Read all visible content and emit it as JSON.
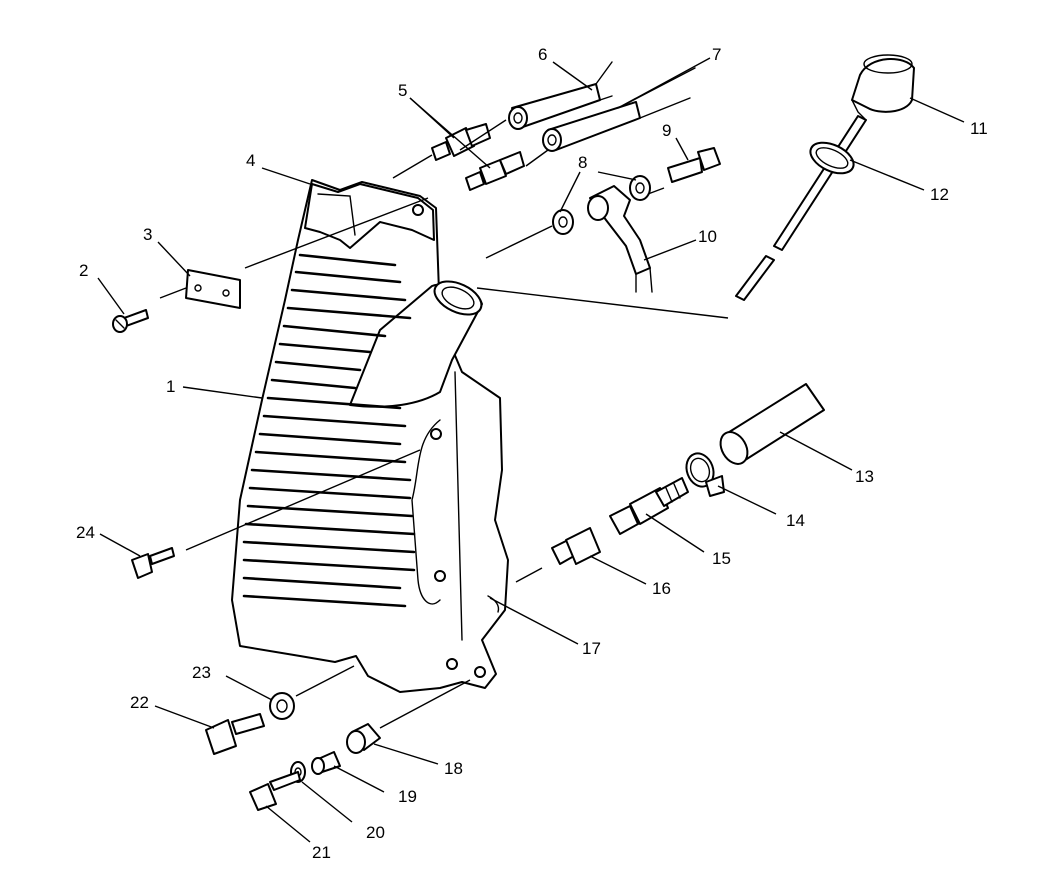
{
  "callouts": [
    {
      "n": "1"
    },
    {
      "n": "2"
    },
    {
      "n": "3"
    },
    {
      "n": "4"
    },
    {
      "n": "5"
    },
    {
      "n": "6"
    },
    {
      "n": "7"
    },
    {
      "n": "8"
    },
    {
      "n": "9"
    },
    {
      "n": "10"
    },
    {
      "n": "11"
    },
    {
      "n": "12"
    },
    {
      "n": "13"
    },
    {
      "n": "14"
    },
    {
      "n": "15"
    },
    {
      "n": "16"
    },
    {
      "n": "17"
    },
    {
      "n": "18"
    },
    {
      "n": "19"
    },
    {
      "n": "20"
    },
    {
      "n": "21"
    },
    {
      "n": "22"
    },
    {
      "n": "23"
    },
    {
      "n": "24"
    }
  ],
  "colors": {
    "line": "#000000",
    "background": "#ffffff"
  }
}
